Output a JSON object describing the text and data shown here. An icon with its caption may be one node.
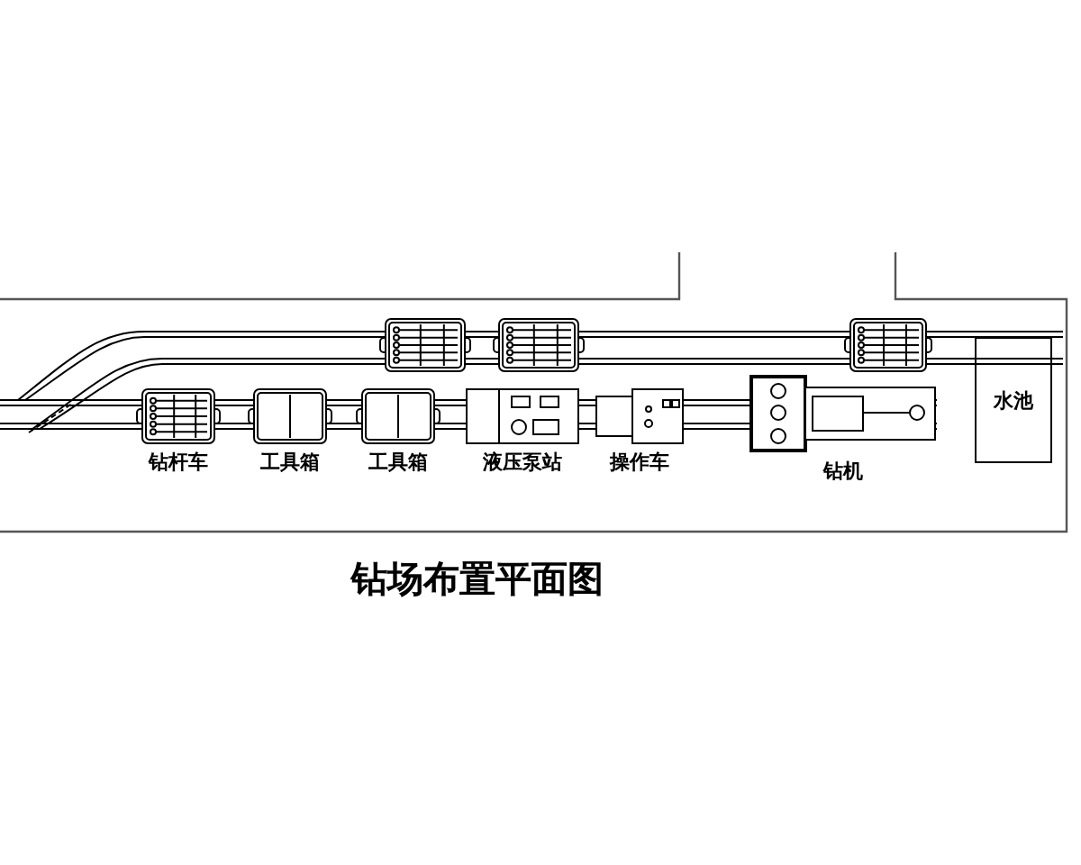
{
  "diagram": {
    "title": "钻场布置平面图",
    "nodes": [
      {
        "text": [],
        "shape": "box"
      },
      {
        "text": [],
        "shape": "box"
      },
      {
        "text": [],
        "shape": "box"
      },
      {
        "text": [
          "钻杆车"
        ]
      },
      {
        "text": [
          "工具箱"
        ]
      },
      {
        "text": [
          "工具箱"
        ]
      },
      {
        "text": [
          "液压泵站"
        ]
      },
      {
        "text": [
          "操作车"
        ]
      },
      {
        "text": [
          "钻机"
        ]
      },
      {
        "text": [
          "水池"
        ]
      }
    ],
    "edges": []
  }
}
